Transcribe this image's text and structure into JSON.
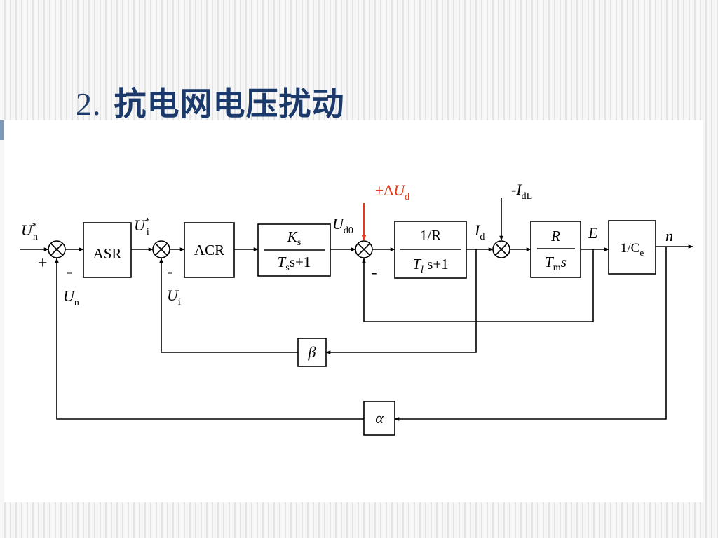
{
  "slide": {
    "title_number": "2.",
    "title_text": "抗电网电压扰动"
  },
  "blocks": {
    "asr": "ASR",
    "acr": "ACR",
    "power_num": "K",
    "power_num_sub": "s",
    "power_den_a": "T",
    "power_den_sub": "s",
    "power_den_b": "s+1",
    "arm_num": "1/R",
    "arm_den_a": "T",
    "arm_den_sub": "l",
    "arm_den_b": " s+1",
    "mech_num": "R",
    "mech_den_a": "T",
    "mech_den_sub": "m",
    "mech_den_b": "s",
    "emf_a": "1/C",
    "emf_sub": "e",
    "beta": "β",
    "alpha": "α"
  },
  "signals": {
    "un_star": "U",
    "un_star_sup": "*",
    "un_star_sub": "n",
    "plus": "+",
    "minus": "-",
    "un": "U",
    "un_sub": "n",
    "ui_star": "U",
    "ui_star_sup": "*",
    "ui_star_sub": "i",
    "ui": "U",
    "ui_sub": "i",
    "ud0": "U",
    "ud0_sub": "d0",
    "disturb_pm": "±",
    "disturb_delta": "Δ",
    "disturb_u": "U",
    "disturb_sub": "d",
    "id": "I",
    "id_sub": "d",
    "idl_prefix": "-",
    "idl": "I",
    "idl_sub": "dL",
    "e": "E",
    "n": "n"
  },
  "colors": {
    "title": "#1b3a6b",
    "disturbance": "#e3391c",
    "panel_bg": "#ffffff"
  }
}
